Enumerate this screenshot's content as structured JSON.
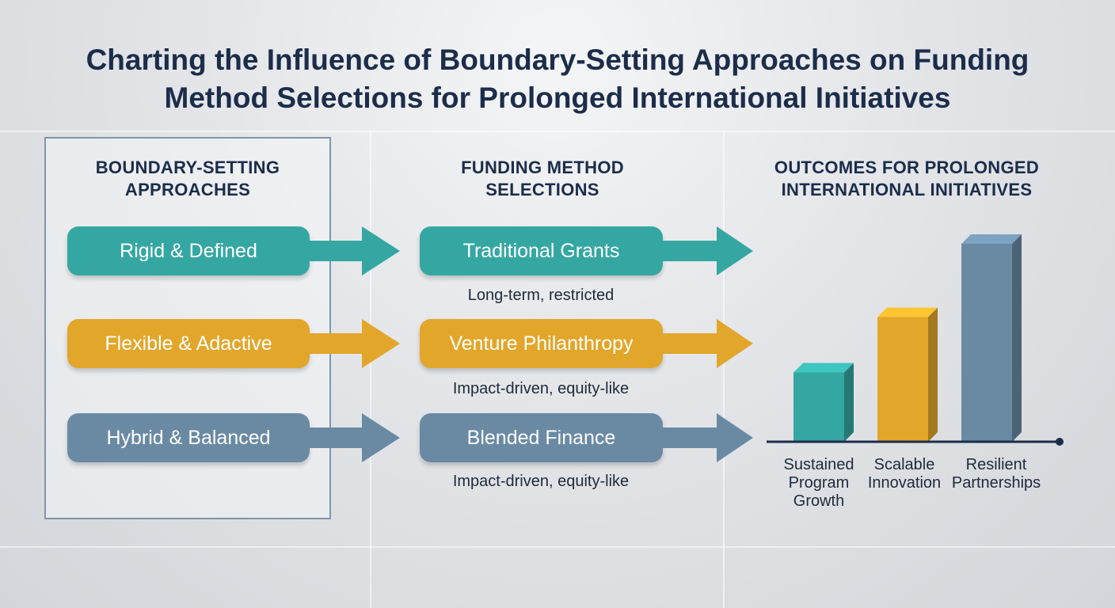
{
  "title": {
    "line1": "Charting the Influence of Boundary-Setting Approaches on Funding",
    "line2": "Method Selections for Prolonged International Initiatives"
  },
  "columns": {
    "approaches": {
      "line1": "BOUNDARY-SETTING",
      "line2": "APPROACHES"
    },
    "funding": {
      "line1": "FUNDING METHOD",
      "line2": "SELECTIONS"
    },
    "outcomes": {
      "line1": "OUTCOMES FOR PROLONGED",
      "line2": "INTERNATIONAL INITIATIVES"
    }
  },
  "approaches": [
    {
      "label": "Rigid & Defined",
      "color": "#35a7a3"
    },
    {
      "label": "Flexible & Adactive",
      "color": "#e2a62a"
    },
    {
      "label": "Hybrid & Balanced",
      "color": "#6a8aa4"
    }
  ],
  "funding": [
    {
      "label": "Traditional Grants",
      "note": "Long-term, restricted",
      "color": "#35a7a3"
    },
    {
      "label": "Venture Philanthropy",
      "note": "Impact-driven, equity-like",
      "color": "#e2a62a"
    },
    {
      "label": "Blended Finance",
      "note": "Impact-driven, equity-like",
      "color": "#6a8aa4"
    }
  ],
  "chart_data": {
    "type": "bar",
    "categories": [
      "Sustained Program Growth",
      "Scalable Innovation",
      "Resilient Partnerships"
    ],
    "category_lines": [
      [
        "Sustained",
        "Program",
        "Growth"
      ],
      [
        "Scalable",
        "Innovation"
      ],
      [
        "Resilient",
        "Partnerships"
      ]
    ],
    "values": [
      0.35,
      0.63,
      1.0
    ],
    "value_unit": "fraction of tallest bar (no numeric axis shown)",
    "colors": [
      "#35a7a3",
      "#e2a62a",
      "#6a8aa4"
    ],
    "title": "",
    "xlabel": "",
    "ylabel": "",
    "grid": false
  }
}
